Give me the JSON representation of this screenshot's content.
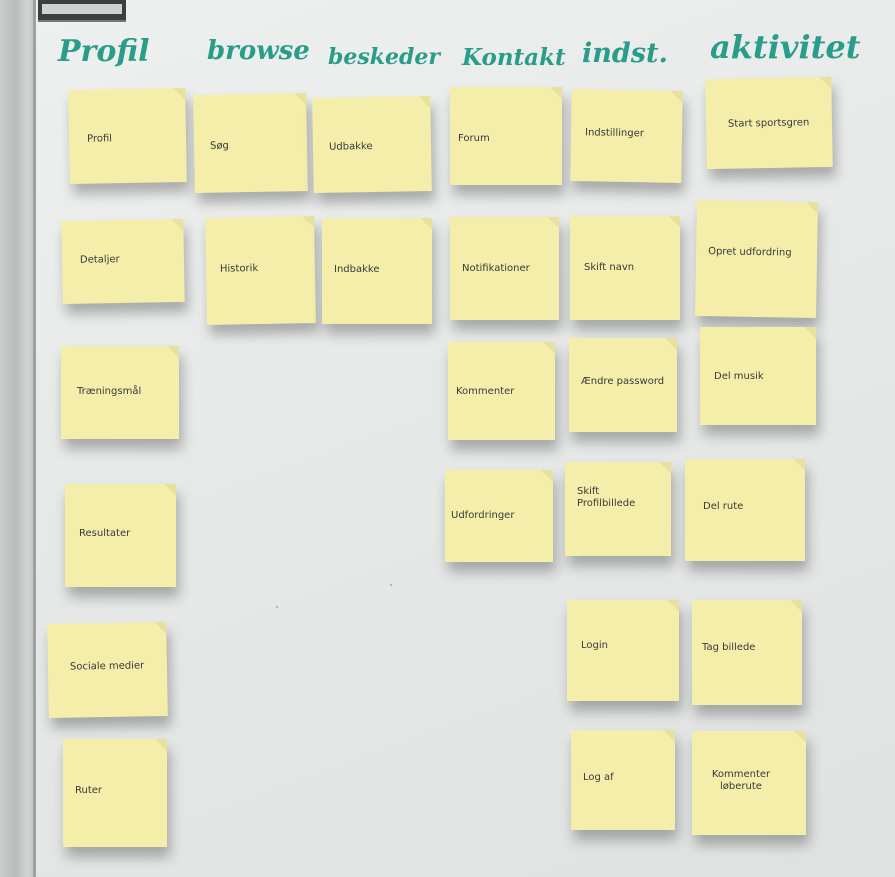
{
  "headers": [
    "Profil",
    "browse",
    "beskeder",
    "Kontakt",
    "indst.",
    "aktivitet"
  ],
  "notes": {
    "profil": [
      "Profil",
      "Detaljer",
      "Træningsmål",
      "Resultater",
      "Sociale medier",
      "Ruter"
    ],
    "browse": [
      "Søg",
      "Historik"
    ],
    "beskeder": [
      "Udbakke",
      "Indbakke"
    ],
    "kontakt": [
      "Forum",
      "Notifikationer",
      "Kommenter",
      "Udfordringer"
    ],
    "indst": [
      "Indstillinger",
      "Skift navn",
      "Ændre password",
      "Skift Profilbillede",
      "Login",
      "Log af"
    ],
    "aktivitet": [
      "Start sportsgren",
      "Opret udfordring",
      "Del musik",
      "Del rute",
      "Tag billede",
      "Kommenter løberute"
    ]
  }
}
